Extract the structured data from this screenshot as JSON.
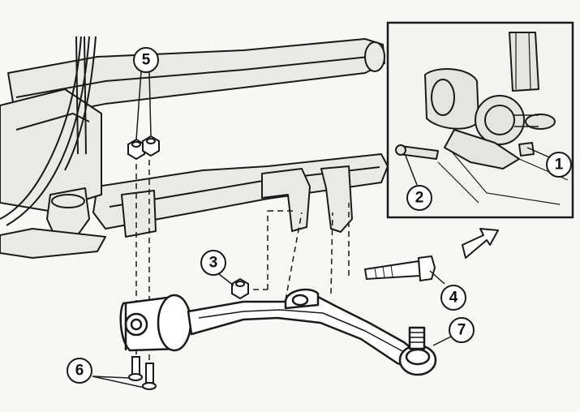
{
  "diagram": {
    "inset_label": {
      "number": "1"
    },
    "callouts": [
      {
        "id": "bolt-inset",
        "number": "2"
      },
      {
        "id": "nut",
        "number": "3"
      },
      {
        "id": "long-bolt",
        "number": "4"
      },
      {
        "id": "top-nuts",
        "number": "5"
      },
      {
        "id": "bottom-bolts",
        "number": "6"
      },
      {
        "id": "ball-joint",
        "number": "7"
      }
    ]
  },
  "colors": {
    "line": "#1a1a1a",
    "frame_fill": "#e9e9e6",
    "background": "#f7f7f5"
  }
}
